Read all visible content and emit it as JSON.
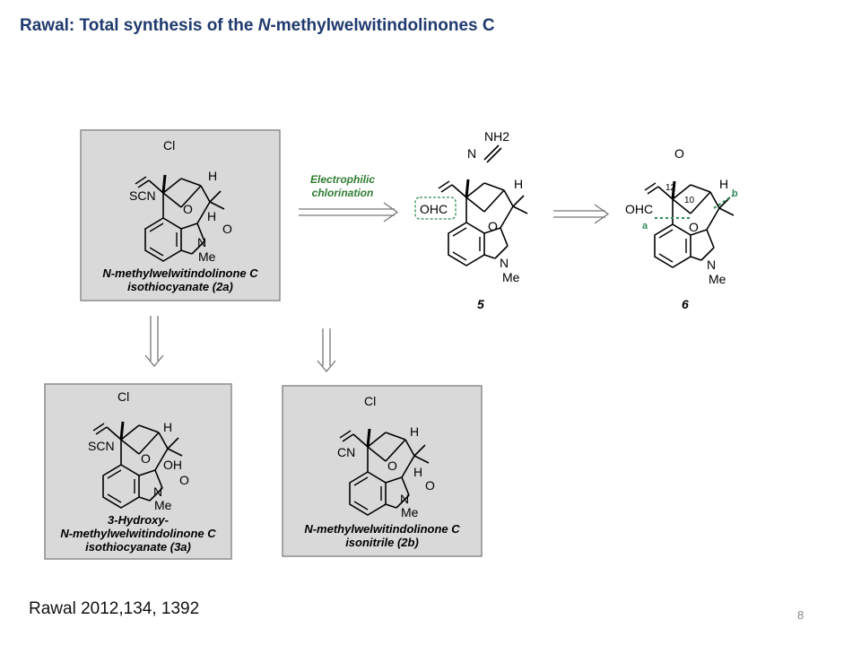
{
  "slide": {
    "title_prefix": "Rawal: Total synthesis of the ",
    "title_italic": "N",
    "title_suffix": "-methylwelwitindolinones C",
    "citation": "Rawal 2012,134, 1392",
    "page_number": "8"
  },
  "reagent": {
    "line1": "Electrophilic",
    "line2": "chlorination"
  },
  "compounds": {
    "c2a": {
      "name_line1": "N-methylwelwitindolinone C",
      "name_line2": "isothiocyanate (2a)"
    },
    "c5": {
      "label": "5"
    },
    "c6": {
      "label": "6"
    },
    "c3a": {
      "name_line1": "3-Hydroxy-",
      "name_line2": "N-methylwelwitindolinone C",
      "name_line3": "isothiocyanate (3a)"
    },
    "c2b": {
      "name_line1": "N-methylwelwitindolinone C",
      "name_line2": "isonitrile (2b)"
    }
  },
  "atom_labels": {
    "cl": "Cl",
    "h": "H",
    "o": "O",
    "n": "N",
    "me": "Me",
    "scn": "SCN",
    "cn": "CN",
    "oh": "OH",
    "ohc": "OHC",
    "nh2": "NH2",
    "n_hydrazone": "N",
    "num12": "12",
    "num10": "10",
    "bond_a": "a",
    "bond_b": "b"
  },
  "colors": {
    "title": "#1f3a6e",
    "box_fill": "#d9d9d9",
    "box_stroke": "#8c8c8c",
    "reagent_text": "#2e7d32",
    "cleave_mark": "#2e8b57"
  }
}
